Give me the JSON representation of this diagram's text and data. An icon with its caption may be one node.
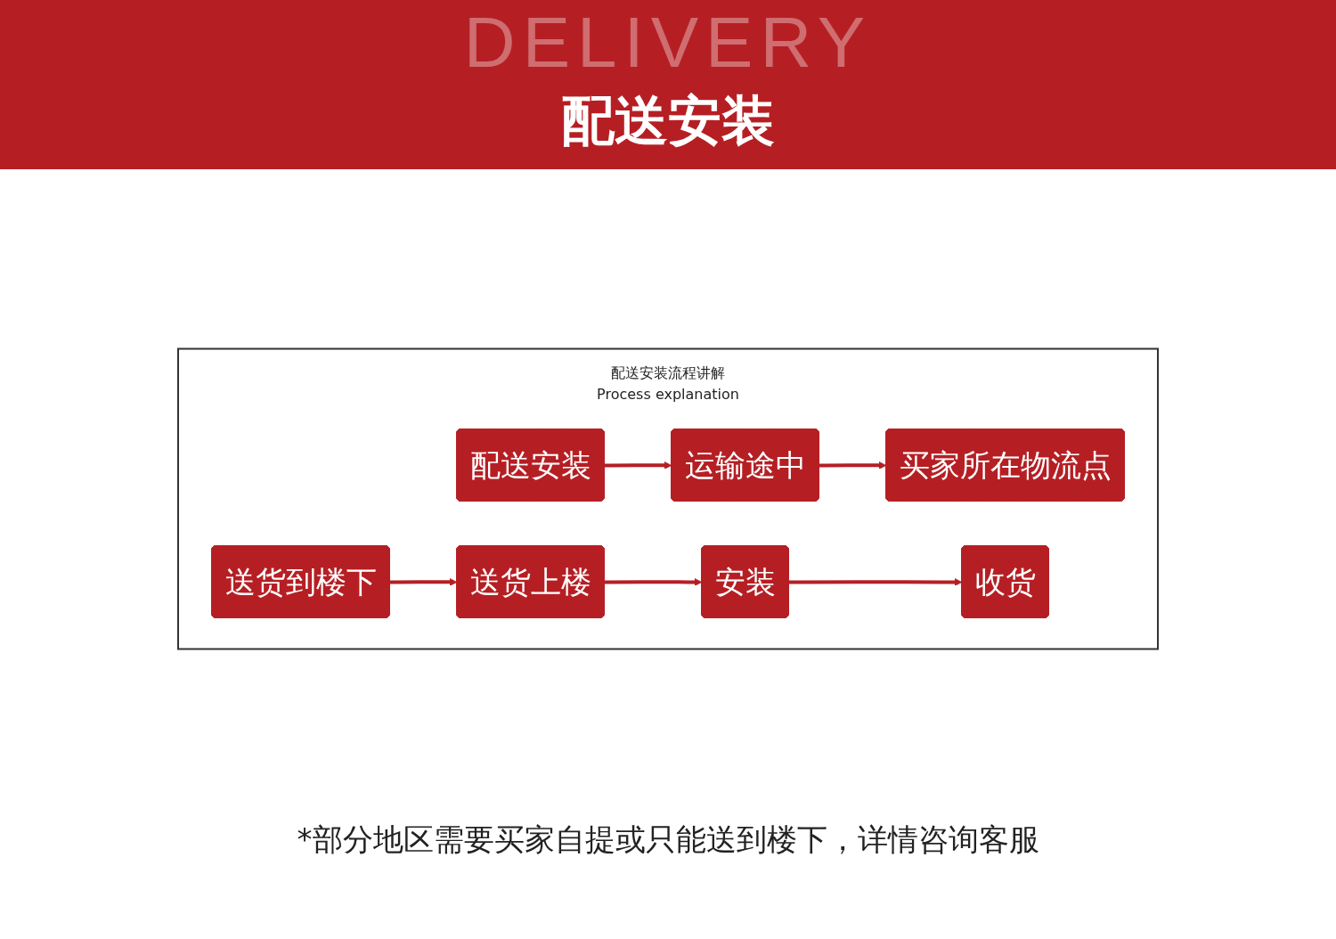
{
  "diagram": {
    "title": "配送安装",
    "nodes": [
      {
        "text": [
          "配送安装流程讲解",
          "Process explanation"
        ]
      },
      {
        "text": [
          "配送安装"
        ],
        "in": 0
      },
      {
        "text": [
          "运输途中"
        ],
        "in": 0
      },
      {
        "text": [
          "买家所在物流点"
        ],
        "in": 0
      },
      {
        "text": [
          "送货到楼下"
        ],
        "in": 0
      },
      {
        "text": [
          "送货上楼"
        ],
        "in": 0
      },
      {
        "text": [
          "安装"
        ],
        "in": 0
      },
      {
        "text": [
          "收货"
        ],
        "in": 0
      }
    ],
    "edges": [
      {
        "from": 1,
        "to": 2,
        "arrow": "to"
      },
      {
        "from": 2,
        "to": 3,
        "arrow": "to"
      },
      {
        "from": 4,
        "to": 5,
        "arrow": "to"
      },
      {
        "from": 5,
        "to": 6,
        "arrow": "to"
      },
      {
        "from": 6,
        "to": 7,
        "arrow": "to"
      }
    ],
    "labels": [
      "DELIVERY",
      "*部分地区需要买家自提或只能送到楼下，详情咨询客服"
    ]
  }
}
